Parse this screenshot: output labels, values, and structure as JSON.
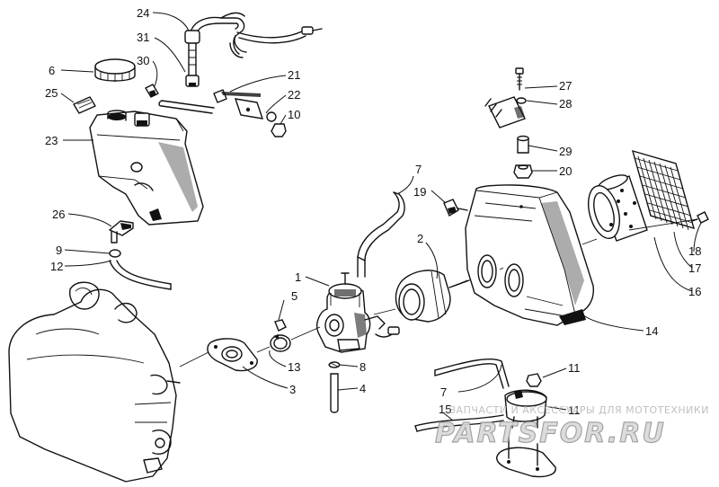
{
  "diagram": {
    "callouts": [
      "1",
      "2",
      "3",
      "4",
      "5",
      "6",
      "7",
      "7",
      "8",
      "9",
      "10",
      "11",
      "11",
      "12",
      "13",
      "14",
      "15",
      "16",
      "17",
      "18",
      "19",
      "20",
      "21",
      "22",
      "23",
      "24",
      "25",
      "26",
      "27",
      "28",
      "29",
      "30",
      "31"
    ]
  },
  "watermark": {
    "caption": "ЗАПЧАСТИ И АКСЕССУАРЫ ДЛЯ МОТОТЕХНИКИ",
    "logo": "PARTSFOR.RU"
  }
}
